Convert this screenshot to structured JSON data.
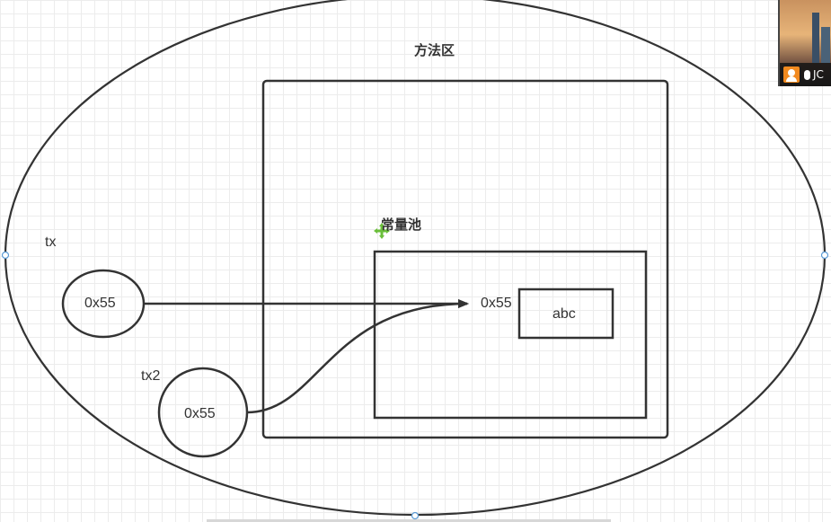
{
  "diagram": {
    "method_area_label": "方法区",
    "constant_pool_label": "常量池",
    "pool_address_label": "0x55",
    "string_value": "abc",
    "tx_label": "tx",
    "tx_value": "0x55",
    "tx2_label": "tx2",
    "tx2_value": "0x55"
  },
  "video_overlay": {
    "name_fragment": "JC",
    "user_icon": "user-icon",
    "mic_icon": "mic-icon",
    "badge_color": "#f28a1f"
  },
  "colors": {
    "stroke": "#333333",
    "move_cursor": "#6abf3a",
    "selection_handle": "#5b9bd5"
  }
}
